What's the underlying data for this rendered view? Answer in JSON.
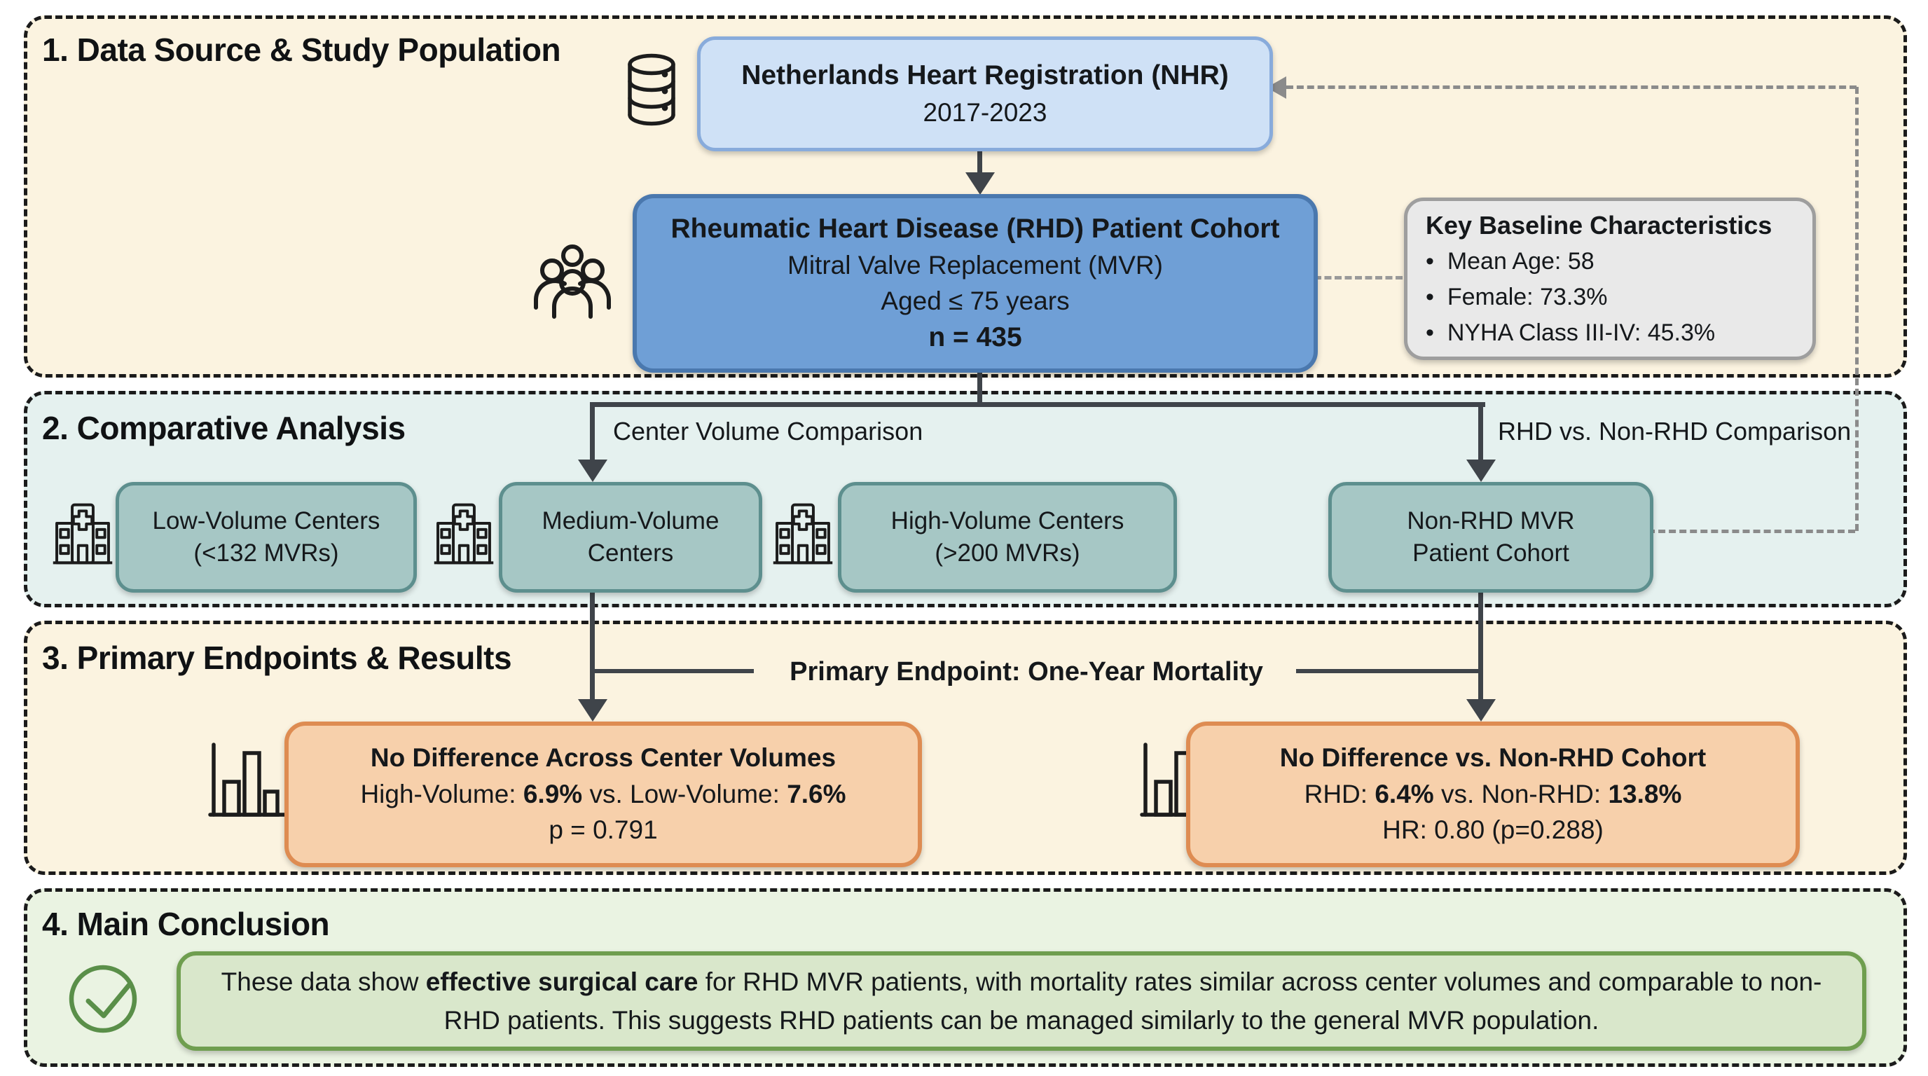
{
  "section1": {
    "title": "1. Data Source & Study Population",
    "nhr_box": {
      "line1": "Netherlands Heart Registration (NHR)",
      "line2": "2017-2023"
    },
    "rhd_box": {
      "line1": "Rheumatic Heart Disease (RHD) Patient Cohort",
      "line2": "Mitral Valve Replacement (MVR)",
      "line3": "Aged ≤ 75 years",
      "line4": "n = 435"
    },
    "baseline_box": {
      "title": "Key Baseline Characteristics",
      "bullet": "•",
      "items": [
        "Mean Age: 58",
        "Female: 73.3%",
        "NYHA Class III-IV: 45.3%"
      ]
    }
  },
  "section2": {
    "title": "2. Comparative Analysis",
    "left_branch_label": "Center Volume Comparison",
    "right_branch_label": "RHD vs. Non-RHD Comparison",
    "boxes": [
      {
        "line1": "Low-Volume Centers",
        "line2": "(<132 MVRs)"
      },
      {
        "line1": "Medium-Volume",
        "line2": "Centers"
      },
      {
        "line1": "High-Volume Centers",
        "line2": "(>200 MVRs)"
      },
      {
        "line1": "Non-RHD MVR",
        "line2": "Patient Cohort"
      }
    ]
  },
  "section3": {
    "title": "3. Primary Endpoints & Results",
    "endpoint_label": "Primary Endpoint: One-Year Mortality",
    "left_result": {
      "title": "No Difference Across Center Volumes",
      "l2a": "High-Volume: ",
      "l2b": "6.9%",
      "l2c": " vs. Low-Volume: ",
      "l2d": "7.6%",
      "line3": "p = 0.791"
    },
    "right_result": {
      "title": "No Difference vs. Non-RHD Cohort",
      "l2a": "RHD: ",
      "l2b": "6.4%",
      "l2c": " vs. Non-RHD: ",
      "l2d": "13.8%",
      "line3": "HR: 0.80 (p=0.288)"
    }
  },
  "section4": {
    "title": "4. Main Conclusion",
    "conclusion_pre": "These data show ",
    "conclusion_bold": "effective surgical care",
    "conclusion_post": " for RHD MVR patients, with mortality rates similar across center volumes and comparable to non-RHD patients. This suggests RHD patients can be managed similarly to the general MVR population."
  },
  "icons": [
    "database-icon",
    "people-group-icon",
    "hospital-icon",
    "bar-chart-icon",
    "check-circle-icon"
  ],
  "palette": {
    "section1_bg": "#fbf3e0",
    "section2_bg": "#e5f1ef",
    "section3_bg": "#fbf3e0",
    "section4_bg": "#eaf3e2",
    "nhr_fill": "#cfe1f6",
    "nhr_border": "#88abdb",
    "rhd_fill": "#6f9fd6",
    "rhd_border": "#4a78ae",
    "baseline_fill": "#e9e9e9",
    "baseline_border": "#9e9e9e",
    "teal_fill": "#a6c7c5",
    "teal_border": "#5d8f8e",
    "orange_fill": "#f7d0ab",
    "orange_border": "#de8c52",
    "green_fill": "#d9e7cb",
    "green_border": "#6f9e4f",
    "connector": "#3f444a",
    "dashed_loop": "#8b8b8b"
  }
}
